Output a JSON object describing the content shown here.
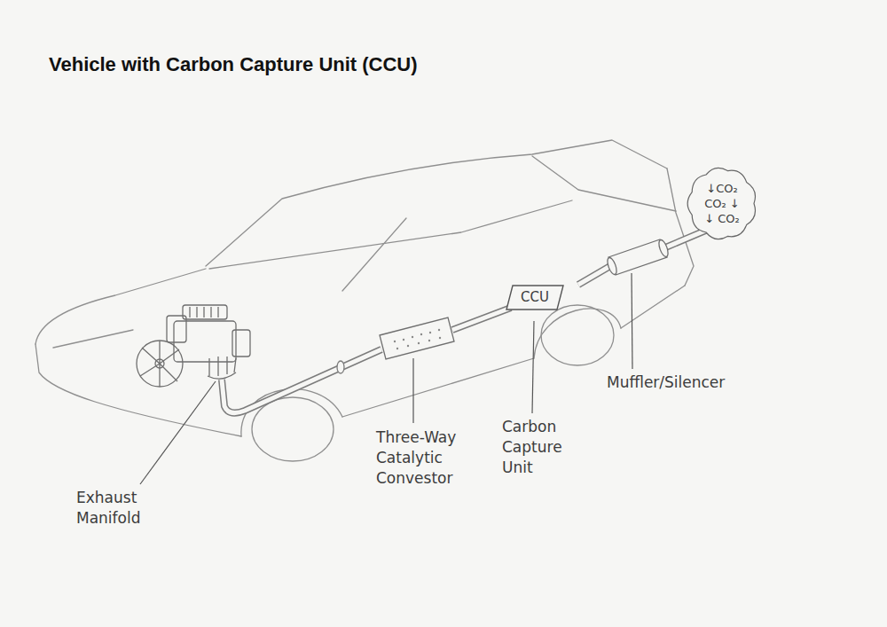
{
  "diagram": {
    "title": "Vehicle with Carbon Capture Unit (CCU)",
    "nodes": [
      {
        "text": [
          "CCU"
        ]
      },
      {
        "text": [
          "↓CO₂",
          "CO₂ ↓",
          "↓ CO₂"
        ]
      }
    ],
    "labels": [
      "Exhaust Manifold",
      "Three-Way Catalytic Convestor",
      "Carbon Capture Unit",
      "Muffler/Silencer"
    ]
  }
}
